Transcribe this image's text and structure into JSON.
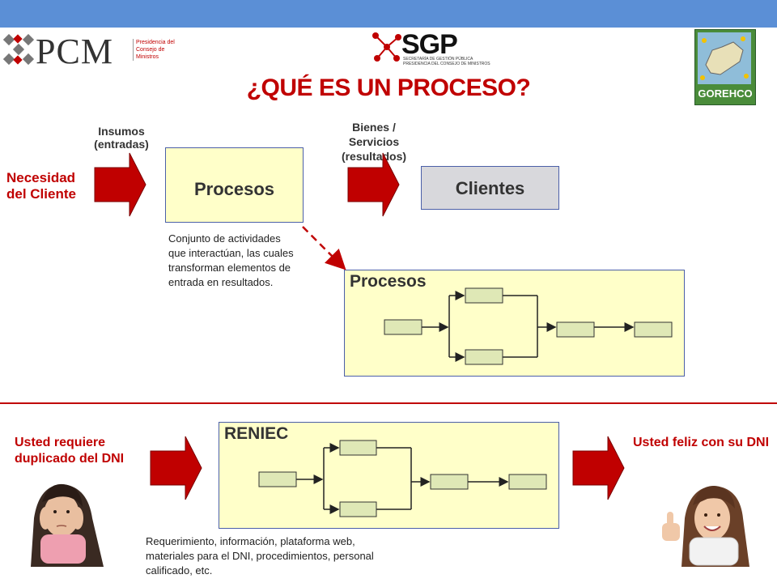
{
  "header": {
    "pcm_logo": "PCM",
    "pcm_subtitle": "Presidencia del Consejo de Ministros",
    "sgp_logo": "SGP",
    "sgp_subtitle": "SECRETARÍA DE GESTIÓN PÚBLICA PRESIDENCIA DEL CONSEJO DE MINISTROS",
    "gorehco_logo": "GOREHCO"
  },
  "title": "¿QUÉ ES UN PROCESO?",
  "top_flow": {
    "need_label": "Necesidad del Cliente",
    "inputs_label": "Insumos\n(entradas)",
    "process_label": "Procesos",
    "outputs_label": "Bienes /\nServicios\n(resultados)",
    "clients_label": "Clientes",
    "definition": "Conjunto de actividades que interactúan, las cuales transforman elementos de entrada en resultados.",
    "detail_label": "Procesos"
  },
  "bottom_flow": {
    "requirement_label": "Usted requiere duplicado del DNI",
    "reniec_label": "RENIEC",
    "happy_label": "Usted feliz con su DNI",
    "resources_text": "Requerimiento, información, plataforma web, materiales para el DNI, procedimientos, personal calificado, etc."
  },
  "colors": {
    "accent_red": "#c00000",
    "box_fill": "#ffffc9",
    "step_fill": "#dfe8b6",
    "clients_fill": "#d8d8dc",
    "top_bar": "#5b8fd6"
  }
}
